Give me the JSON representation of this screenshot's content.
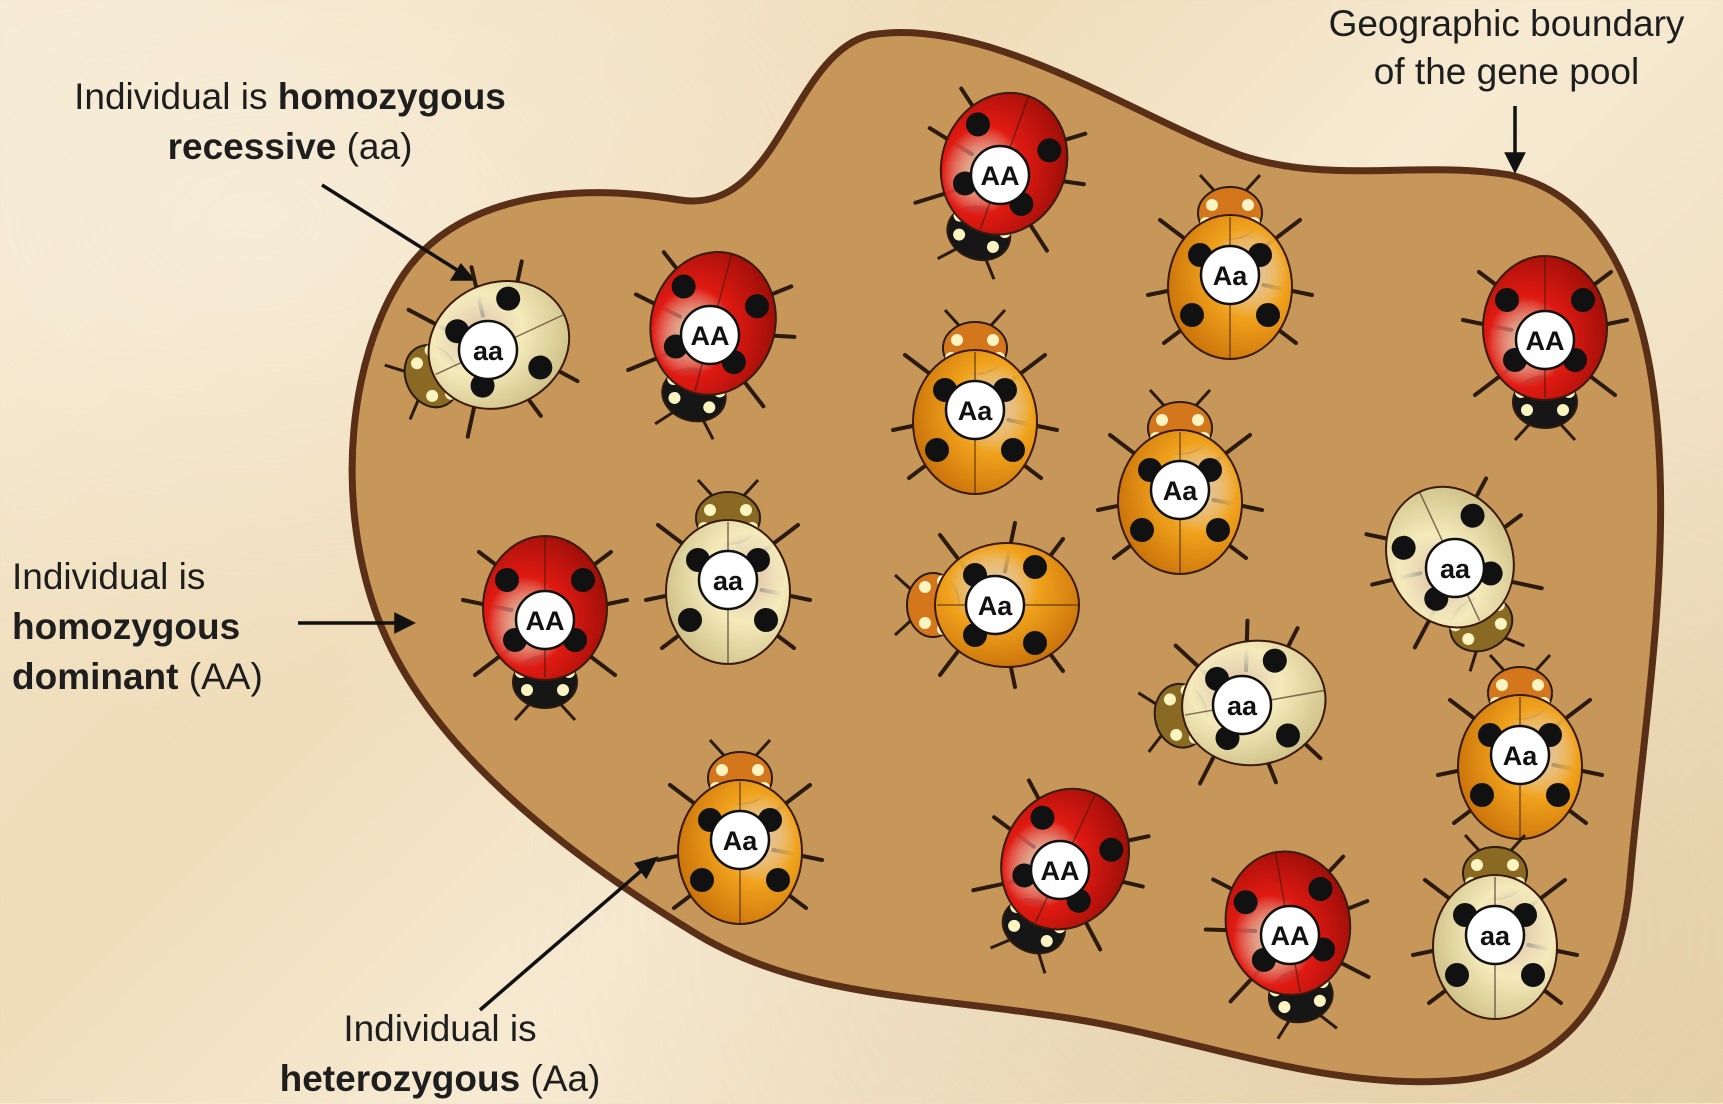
{
  "labels": {
    "recessive": {
      "prefix": "Individual is ",
      "bold1": "homozygous",
      "bold2": "recessive",
      "suffix": " (aa)"
    },
    "dominant": {
      "line1": "Individual is",
      "bold1": "homozygous",
      "bold2": "dominant",
      "suffix": " (AA)"
    },
    "heterozygous": {
      "line1": "Individual is",
      "bold1": "heterozygous",
      "suffix": " (Aa)"
    },
    "boundary": {
      "line1": "Geographic boundary",
      "line2": "of the gene pool"
    }
  },
  "colors": {
    "pool_fill": "#c7975a",
    "pool_outline": "#5a2f17",
    "AA": "#e01a12",
    "Aa": "#f0a21c",
    "aa": "#f4eaba"
  },
  "ladybugs": [
    {
      "genotype": "AA"
    },
    {
      "genotype": "AA"
    },
    {
      "genotype": "AA"
    },
    {
      "genotype": "AA"
    },
    {
      "genotype": "AA"
    },
    {
      "genotype": "AA"
    },
    {
      "genotype": "Aa"
    },
    {
      "genotype": "Aa"
    },
    {
      "genotype": "Aa"
    },
    {
      "genotype": "Aa"
    },
    {
      "genotype": "Aa"
    },
    {
      "genotype": "Aa"
    },
    {
      "genotype": "aa"
    },
    {
      "genotype": "aa"
    },
    {
      "genotype": "aa"
    },
    {
      "genotype": "aa"
    },
    {
      "genotype": "aa"
    }
  ]
}
